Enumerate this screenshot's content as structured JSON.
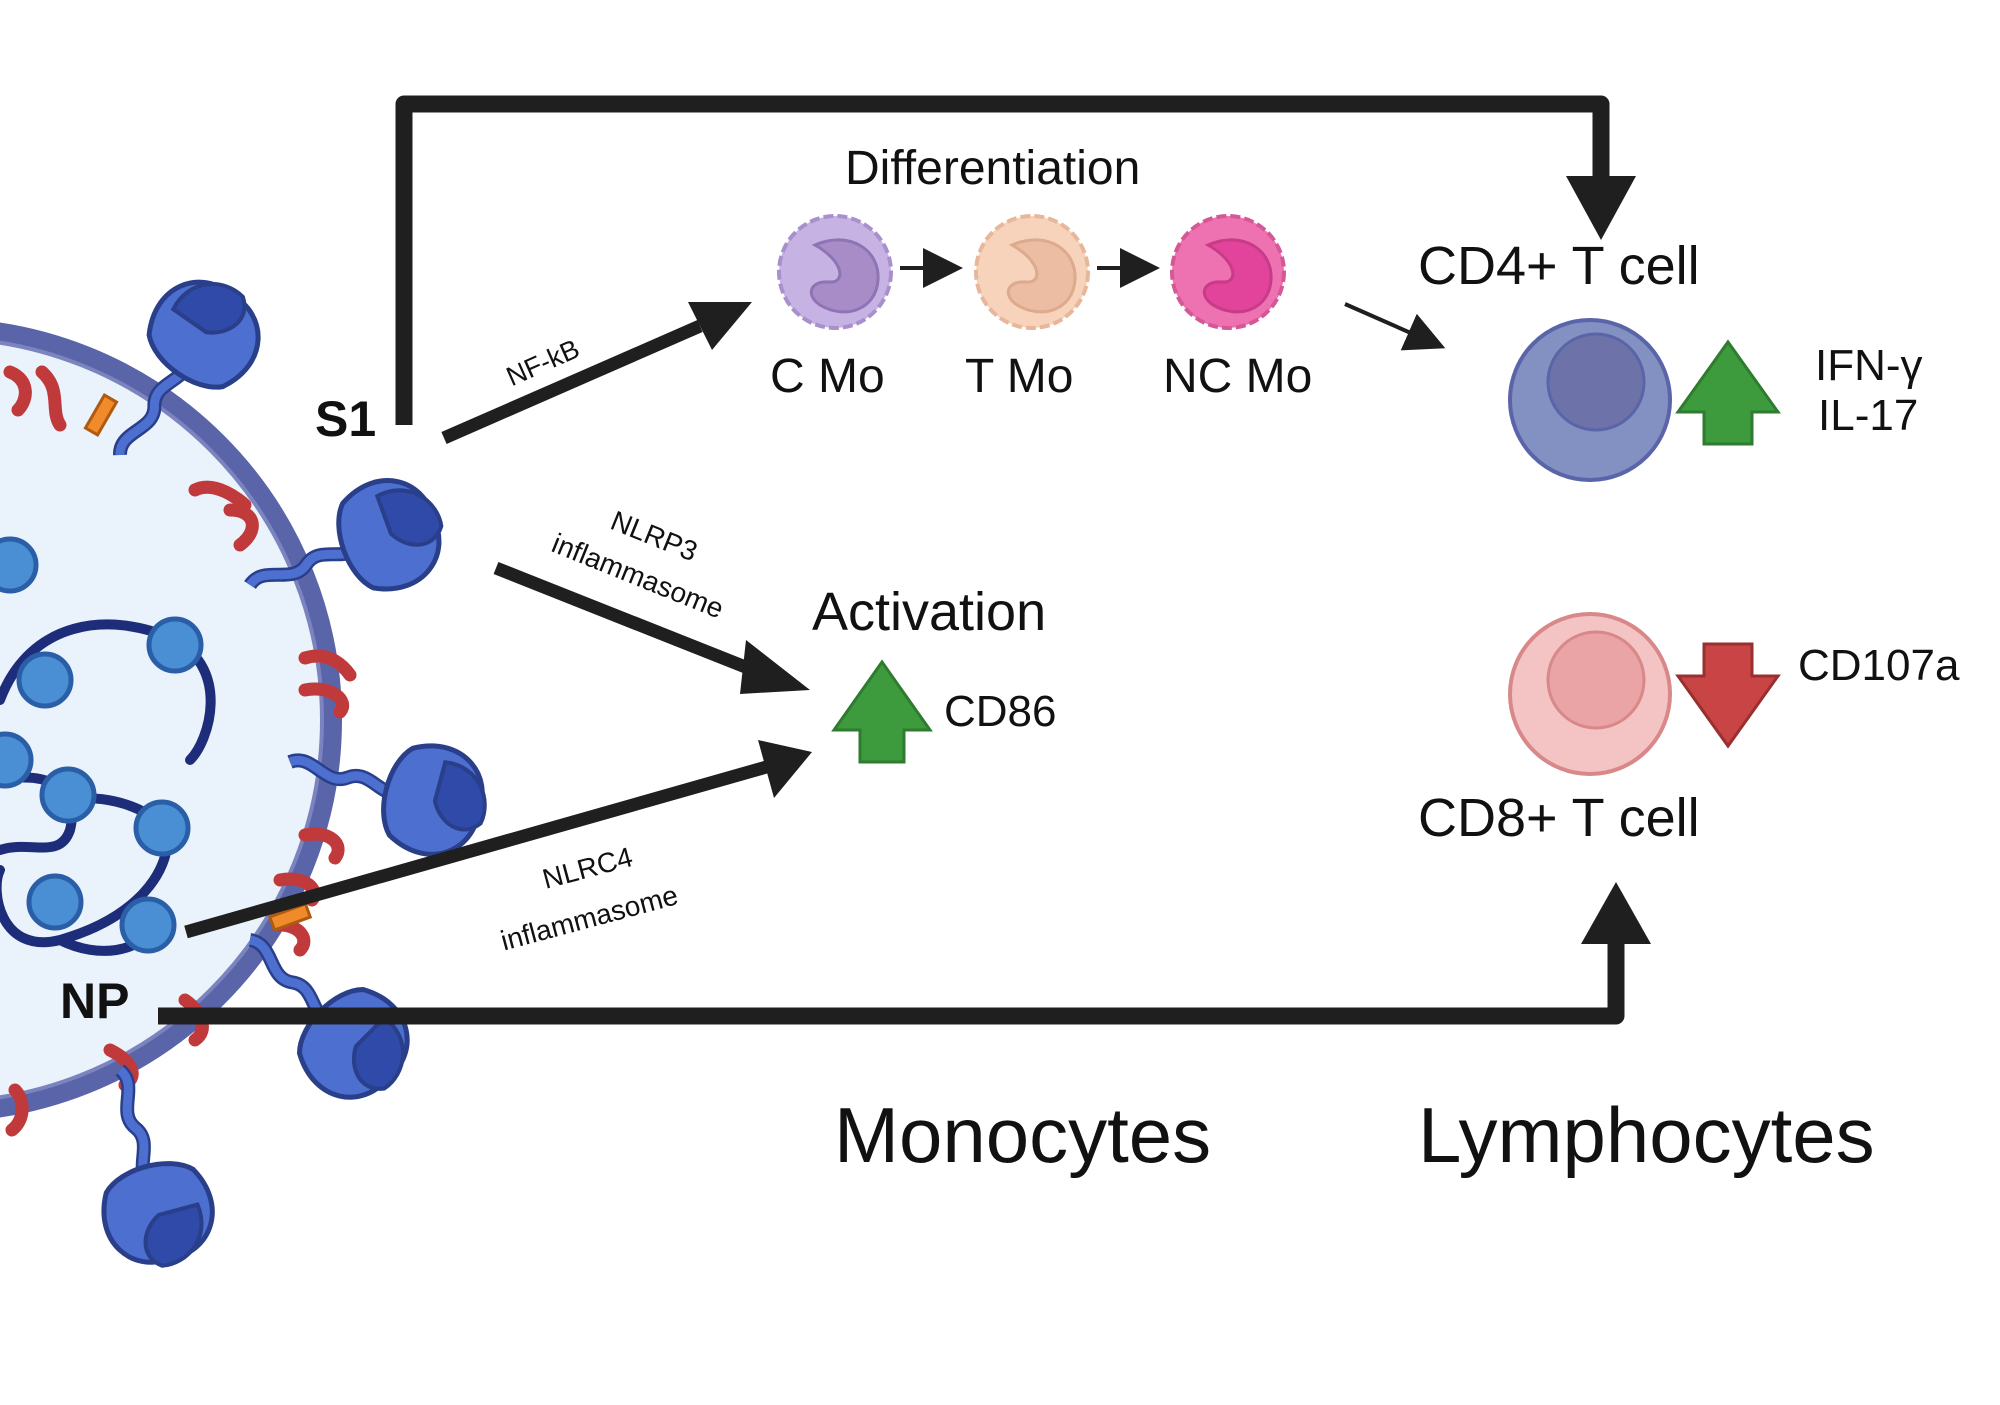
{
  "labels": {
    "s1": "S1",
    "np": "NP",
    "differentiation": "Differentiation",
    "c_mo": "C Mo",
    "t_mo": "T Mo",
    "nc_mo": "NC Mo",
    "cd4": "CD4+ T cell",
    "ifn": "IFN-γ",
    "il17": "IL-17",
    "nfkb": "NF-kB",
    "nlrp3_1": "NLRP3",
    "nlrp3_2": "inflammasome",
    "nlrc4_1": "NLRC4",
    "nlrc4_2": "inflammasome",
    "activation": "Activation",
    "cd86": "CD86",
    "cd107a": "CD107a",
    "cd8": "CD8+ T cell",
    "monocytes": "Monocytes",
    "lymphocytes": "Lymphocytes"
  },
  "colors": {
    "arrow": "#1f1f1f",
    "up_arrow": "#3d9b3d",
    "down_arrow": "#c94444",
    "virus_fill": "#eaf3fb",
    "virus_envelope": "#5a64a8",
    "spike": "#4d6fd0",
    "nucleocapsid": "#4a8fd4",
    "rna": "#1e2d7a",
    "membrane_protein": "#c0393b",
    "envelope_protein": "#f08a2a",
    "c_mo": "#c7b2e4",
    "t_mo": "#f8d3bb",
    "nc_mo": "#ee72b1",
    "cd4_cell": "#8390c2",
    "cd8_cell": "#f4c4c4"
  }
}
